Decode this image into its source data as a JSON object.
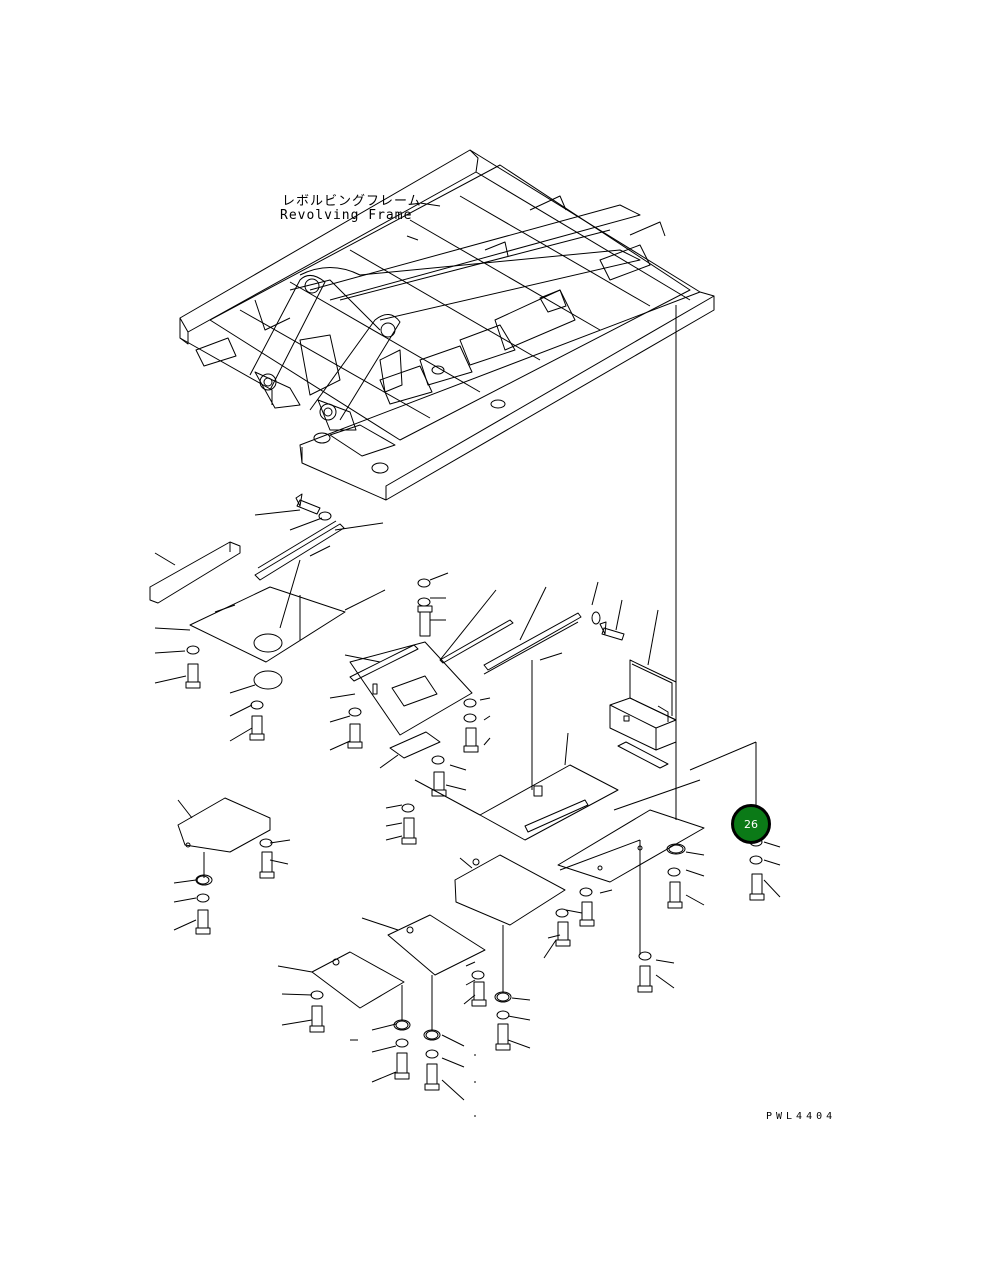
{
  "labels": {
    "frame_name_jp": "レボルビングフレーム",
    "frame_name_en": "Revolving Frame",
    "drawing_code": "PWL4404"
  },
  "callout": {
    "number": "26",
    "color": "#0b7a17"
  },
  "icons": [
    "bolt-icon",
    "washer-icon",
    "cover-plate-icon",
    "tool-box-icon"
  ]
}
